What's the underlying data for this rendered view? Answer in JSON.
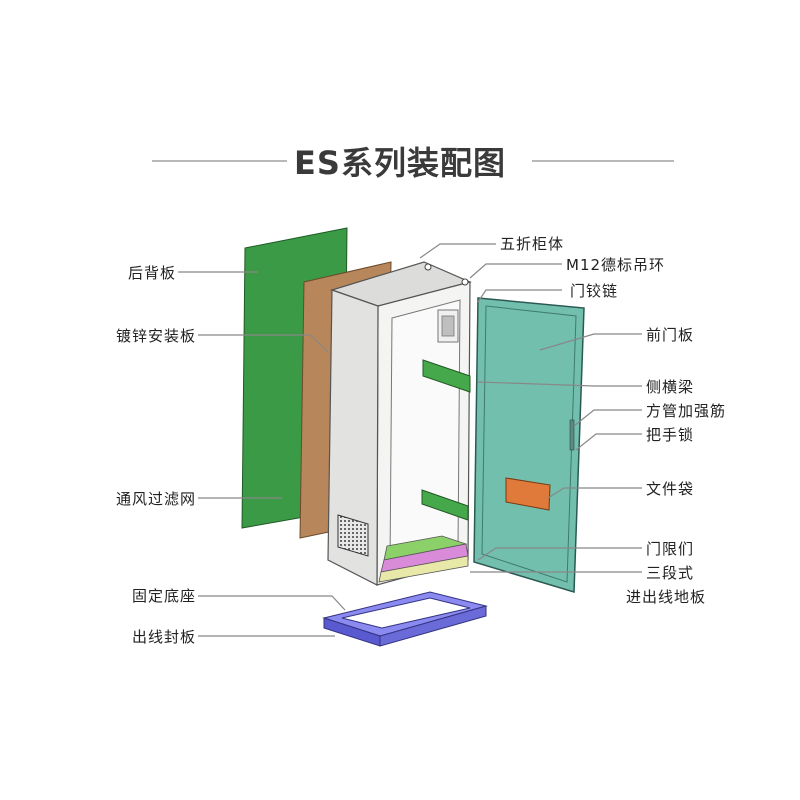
{
  "title": "ES系列装配图",
  "labels": {
    "back_panel": "后背板",
    "galvanized_mount_plate": "镀锌安装板",
    "vent_filter": "通风过滤网",
    "fixed_base": "固定底座",
    "cable_seal_plate": "出线封板",
    "frame_body": "五折柜体",
    "lifting_ring": "M12德标吊环",
    "door_hinge": "门铰链",
    "front_door_panel": "前门板",
    "side_crossbeam": "侧横梁",
    "square_tube_reinforcement": "方管加强筋",
    "handle_lock": "把手锁",
    "document_pocket": "文件袋",
    "door_stop": "门限们",
    "floor_plate_line1": "三段式",
    "floor_plate_line2": "进出线地板"
  },
  "colors": {
    "back_panel": "#3a9a45",
    "mount_plate": "#b7865a",
    "cabinet": "#ececea",
    "door": "#73bfae",
    "crossbeam": "#45a84a",
    "pocket": "#df7a3a",
    "base": "#6a6ad8",
    "floor_green": "#8cd06a",
    "floor_pink": "#d98ad8",
    "floor_yellow": "#e8e8a8"
  }
}
